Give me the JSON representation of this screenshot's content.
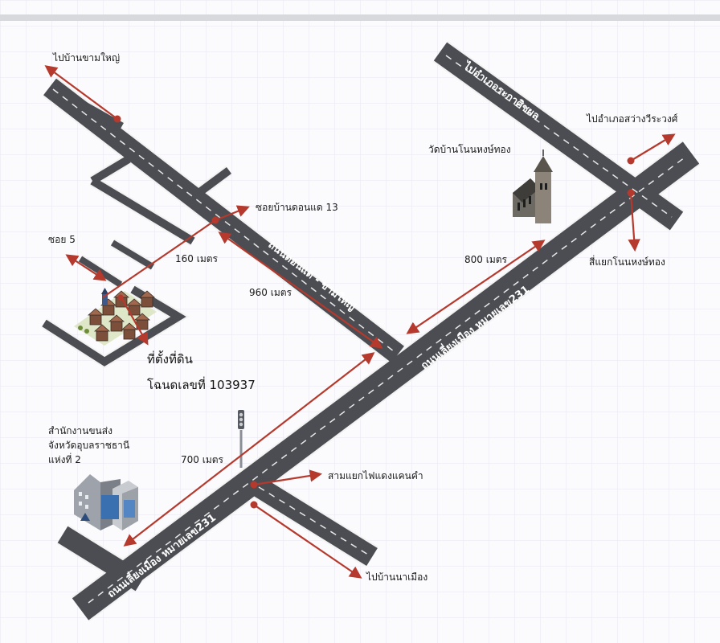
{
  "colors": {
    "road": "#4b4d52",
    "road_edge": "#f2f2f2",
    "dash": "#e8e8e8",
    "arrow": "#b5392c",
    "grid": "#e6e6ee",
    "top_band": "#d8d9dd"
  },
  "labels": {
    "to_kham_yai": "ไปบ้านขามใหญ่",
    "to_sawang_road": "ไปอำเภอระกาศิชผล",
    "to_sawang_wirawong": "ไปอำเภอสว่างวีระวงศ์",
    "temple": "วัดบ้านโนนหงษ์ทอง",
    "soi_don_dae_13": "ซอยบ้านดอนแด 13",
    "soi_5": "ซอย 5",
    "dist_160": "160 เมตร",
    "dist_960": "960 เมตร",
    "dist_800": "800 เมตร",
    "dist_700": "700 เมตร",
    "road_don_dae": "ถนนดอนแด - ขามใหญ่",
    "road_231_upper": "ถนนเลี่ยงเมือง หมายเลข231",
    "road_231_lower": "ถนนเลี่ยงเมือง หมายเลข231",
    "junction_non_hong": "สี่แยกโนนหงษ์ทอง",
    "site_line1": "ที่ตั้งที่ดิน",
    "site_line2": "โฉนดเลขที่ 103937",
    "transport_line1": "สำนักงานขนส่ง",
    "transport_line2": "จังหวัดอุบลราชธานี",
    "transport_line3": "แห่งที่ 2",
    "junction_traffic_light": "สามแยกไฟแดงแคนคำ",
    "to_na_mueang": "ไปบ้านนาเมือง"
  },
  "icons": {
    "temple": "church-icon",
    "traffic_light": "traffic-light-icon",
    "building": "office-building-icon",
    "houses": "housing-village-icon"
  }
}
